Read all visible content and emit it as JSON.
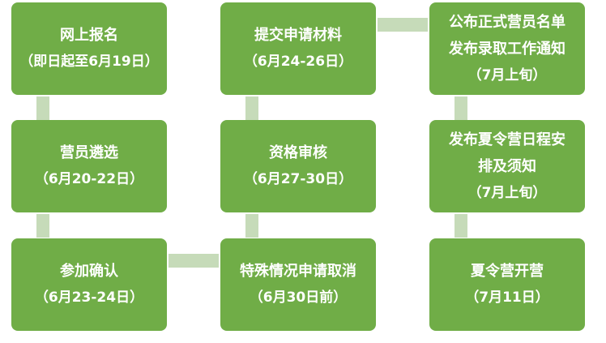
{
  "steps": [
    {
      "id": "online-registration",
      "lines": [
        "网上报名",
        "（即日起至6月19日）"
      ]
    },
    {
      "id": "submit-materials",
      "lines": [
        "提交申请材料",
        "（6月24-26日）"
      ]
    },
    {
      "id": "publish-list",
      "lines": [
        "公布正式营员名单",
        "发布录取工作通知",
        "（7月上旬）"
      ]
    },
    {
      "id": "camper-selection",
      "lines": [
        "营员遴选",
        "（6月20-22日）"
      ]
    },
    {
      "id": "qualification-review",
      "lines": [
        "资格审核",
        "（6月27-30日）"
      ]
    },
    {
      "id": "publish-schedule",
      "lines": [
        "发布夏令营日程安",
        "排及须知",
        "（7月上旬）"
      ]
    },
    {
      "id": "participation-confirm",
      "lines": [
        "参加确认",
        "（6月23-24日）"
      ]
    },
    {
      "id": "special-cancellation",
      "lines": [
        "特殊情况申请取消",
        "（6月30日前）"
      ]
    },
    {
      "id": "summer-camp-opening",
      "lines": [
        "夏令营开营",
        "（7月11日）"
      ]
    }
  ],
  "colors": {
    "box": "#70ad47",
    "connector": "#c6dbb9",
    "text": "#ffffff"
  }
}
